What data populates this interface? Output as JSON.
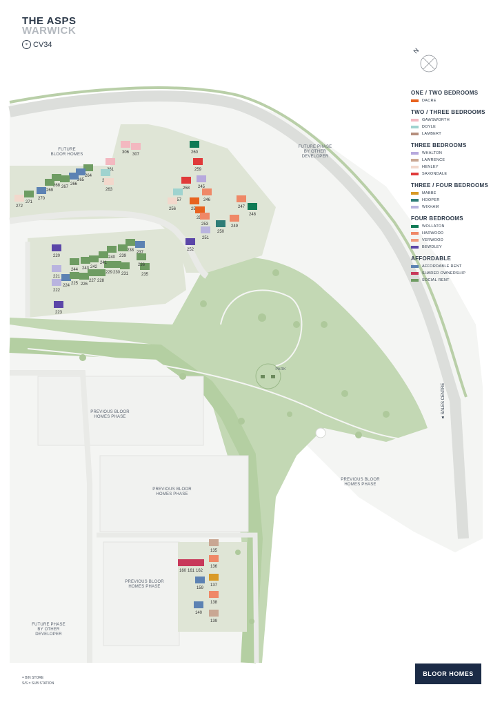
{
  "header": {
    "title": "THE ASPS",
    "subtitle": "WARWICK",
    "postcode": "CV34",
    "compass_letter": "N"
  },
  "legend": [
    {
      "heading": "ONE / TWO BEDROOMS",
      "items": [
        {
          "label": "DACRE",
          "color": "#e8631f"
        }
      ]
    },
    {
      "heading": "TWO / THREE BEDROOMS",
      "items": [
        {
          "label": "GAWSWORTH",
          "color": "#f3b8c0"
        },
        {
          "label": "DOYLE",
          "color": "#9fd3cf"
        },
        {
          "label": "LAMBERT",
          "color": "#b58e7c"
        }
      ]
    },
    {
      "heading": "THREE BEDROOMS",
      "items": [
        {
          "label": "WHALTON",
          "color": "#b7a9dd"
        },
        {
          "label": "LAWRENCE",
          "color": "#c9a793"
        },
        {
          "label": "HENLEY",
          "color": "#f2d8cc"
        },
        {
          "label": "SAXONDALE",
          "color": "#e03a3a"
        }
      ]
    },
    {
      "heading": "THREE / FOUR BEDROOMS",
      "items": [
        {
          "label": "MABBE",
          "color": "#d99a26"
        },
        {
          "label": "HOOPER",
          "color": "#2e7d77"
        },
        {
          "label": "WIXHAM",
          "color": "#b9b4df"
        }
      ]
    },
    {
      "heading": "FOUR BEDROOMS",
      "items": [
        {
          "label": "WOLLATON",
          "color": "#0f7a55"
        },
        {
          "label": "HARWOOD",
          "color": "#ef8867"
        },
        {
          "label": "VERWOOD",
          "color": "#f09a7c"
        },
        {
          "label": "BEWDLEY",
          "color": "#5b46a8"
        }
      ]
    },
    {
      "heading": "AFFORDABLE",
      "items": [
        {
          "label": "AFFORDABLE RENT",
          "color": "#5c82b3"
        },
        {
          "label": "SHARED OWNERSHIP",
          "color": "#c8385a"
        },
        {
          "label": "SOCIAL RENT",
          "color": "#6e9c62"
        }
      ]
    }
  ],
  "areas": {
    "future_bloor": "FUTURE\nBLOOR HOMES",
    "future_phase_top": "FUTURE PHASE\nBY OTHER\nDEVELOPER",
    "park": "PARK",
    "previous_1": "PREVIOUS BLOOR\nHOMES PHASE",
    "previous_2": "PREVIOUS BLOOR\nHOMES PHASE",
    "previous_3": "PREVIOUS BLOOR\nHOMES PHASE",
    "previous_4": "PREVIOUS BLOOR\nHOMES PHASE",
    "future_phase_bottom": "FUTURE PHASE\nBY OTHER\nDEVELOPER",
    "sales_centre": "◄ SALES CENTRE"
  },
  "footer": {
    "bin_store": "= BIN STORE",
    "sub_station": "S/S = SUB STATION",
    "brand": "BLOOR HOMES"
  },
  "plots": [
    {
      "n": "306"
    },
    {
      "n": "307"
    },
    {
      "n": "260"
    },
    {
      "n": "259"
    },
    {
      "n": "258"
    },
    {
      "n": "257"
    },
    {
      "n": "256"
    },
    {
      "n": "255"
    },
    {
      "n": "254"
    },
    {
      "n": "253"
    },
    {
      "n": "252"
    },
    {
      "n": "251"
    },
    {
      "n": "250"
    },
    {
      "n": "249"
    },
    {
      "n": "248"
    },
    {
      "n": "247"
    },
    {
      "n": "246"
    },
    {
      "n": "245"
    },
    {
      "n": "261"
    },
    {
      "n": "262"
    },
    {
      "n": "263"
    },
    {
      "n": "264"
    },
    {
      "n": "265"
    },
    {
      "n": "266"
    },
    {
      "n": "267"
    },
    {
      "n": "268"
    },
    {
      "n": "269"
    },
    {
      "n": "270"
    },
    {
      "n": "271"
    },
    {
      "n": "272"
    },
    {
      "n": "220"
    },
    {
      "n": "221"
    },
    {
      "n": "222"
    },
    {
      "n": "223"
    },
    {
      "n": "224"
    },
    {
      "n": "225"
    },
    {
      "n": "226"
    },
    {
      "n": "227"
    },
    {
      "n": "228"
    },
    {
      "n": "229"
    },
    {
      "n": "230"
    },
    {
      "n": "231"
    },
    {
      "n": "235"
    },
    {
      "n": "236"
    },
    {
      "n": "237"
    },
    {
      "n": "238"
    },
    {
      "n": "239"
    },
    {
      "n": "240"
    },
    {
      "n": "241"
    },
    {
      "n": "242"
    },
    {
      "n": "243"
    },
    {
      "n": "244"
    },
    {
      "n": "135"
    },
    {
      "n": "136"
    },
    {
      "n": "137"
    },
    {
      "n": "138"
    },
    {
      "n": "139"
    },
    {
      "n": "140"
    },
    {
      "n": "159"
    },
    {
      "n": "160"
    },
    {
      "n": "161"
    },
    {
      "n": "162"
    }
  ]
}
